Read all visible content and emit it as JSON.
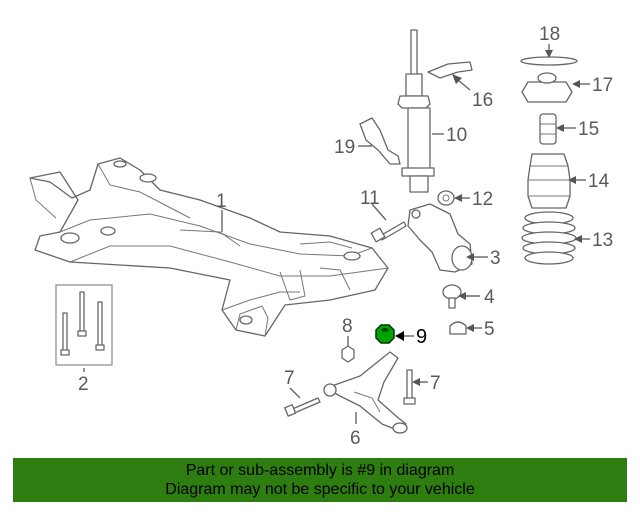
{
  "callouts": {
    "c1": "1",
    "c2": "2",
    "c3": "3",
    "c4": "4",
    "c5": "5",
    "c6": "6",
    "c7a": "7",
    "c7b": "7",
    "c8": "8",
    "c9": "9",
    "c10": "10",
    "c11": "11",
    "c12": "12",
    "c13": "13",
    "c14": "14",
    "c15": "15",
    "c16": "16",
    "c17": "17",
    "c18": "18",
    "c19": "19"
  },
  "highlight": {
    "part": "9",
    "color": "#00a400"
  },
  "banner": {
    "line1": "Part or sub-assembly is #9 in diagram",
    "line2": "Diagram may not be specific to your vehicle",
    "background": "#2e7d10"
  }
}
